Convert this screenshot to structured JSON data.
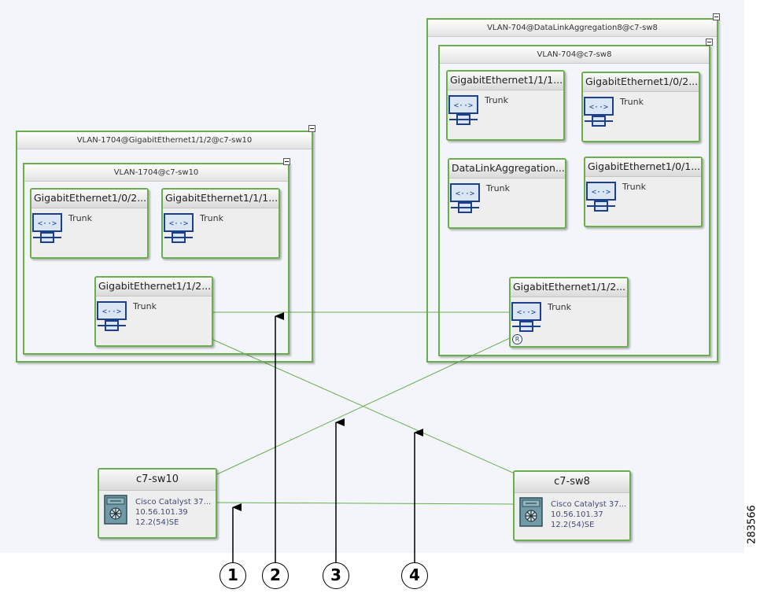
{
  "groups": {
    "sw8_outer": "VLAN-704@DataLinkAggregation8@c7-sw8",
    "sw8_inner": "VLAN-704@c7-sw8",
    "sw10_outer": "VLAN-1704@GigabitEthernet1/1/2@c7-sw10",
    "sw10_inner": "VLAN-1704@c7-sw10"
  },
  "ports": {
    "sw8": [
      {
        "label": "GigabitEthernet1/1/1...",
        "type": "Trunk"
      },
      {
        "label": "GigabitEthernet1/0/2...",
        "type": "Trunk"
      },
      {
        "label": "DataLinkAggregation...",
        "type": "Trunk"
      },
      {
        "label": "GigabitEthernet1/0/1...",
        "type": "Trunk"
      },
      {
        "label": "GigabitEthernet1/1/2...",
        "type": "Trunk",
        "badge": "R"
      }
    ],
    "sw10": [
      {
        "label": "GigabitEthernet1/0/2...",
        "type": "Trunk"
      },
      {
        "label": "GigabitEthernet1/1/1...",
        "type": "Trunk"
      },
      {
        "label": "GigabitEthernet1/1/2...",
        "type": "Trunk"
      }
    ]
  },
  "devices": {
    "sw10": {
      "name": "c7-sw10",
      "model": "Cisco Catalyst 37...",
      "ip": "10.56.101.39",
      "version": "12.2(54)SE"
    },
    "sw8": {
      "name": "c7-sw8",
      "model": "Cisco Catalyst 37...",
      "ip": "10.56.101.37",
      "version": "12.2(54)SE"
    }
  },
  "callouts": [
    "1",
    "2",
    "3",
    "4"
  ],
  "figure_id": "283566",
  "colors": {
    "link": "#6aae4f",
    "border": "#6aae4f",
    "canvas": "#f3f5fa",
    "icon_blue": "#1e3f8c"
  }
}
